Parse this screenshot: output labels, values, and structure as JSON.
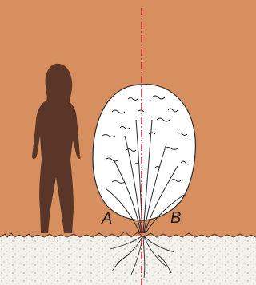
{
  "labels": {
    "a": "A",
    "b": "B"
  },
  "colors": {
    "background": "#d88f60",
    "silhouette": "#5a3628",
    "soil": "#f3f1ec",
    "centerline": "#c01020",
    "ink": "#1a1a1a"
  },
  "icons": [
    "person-silhouette",
    "shrub",
    "roots",
    "center-axis-line"
  ]
}
